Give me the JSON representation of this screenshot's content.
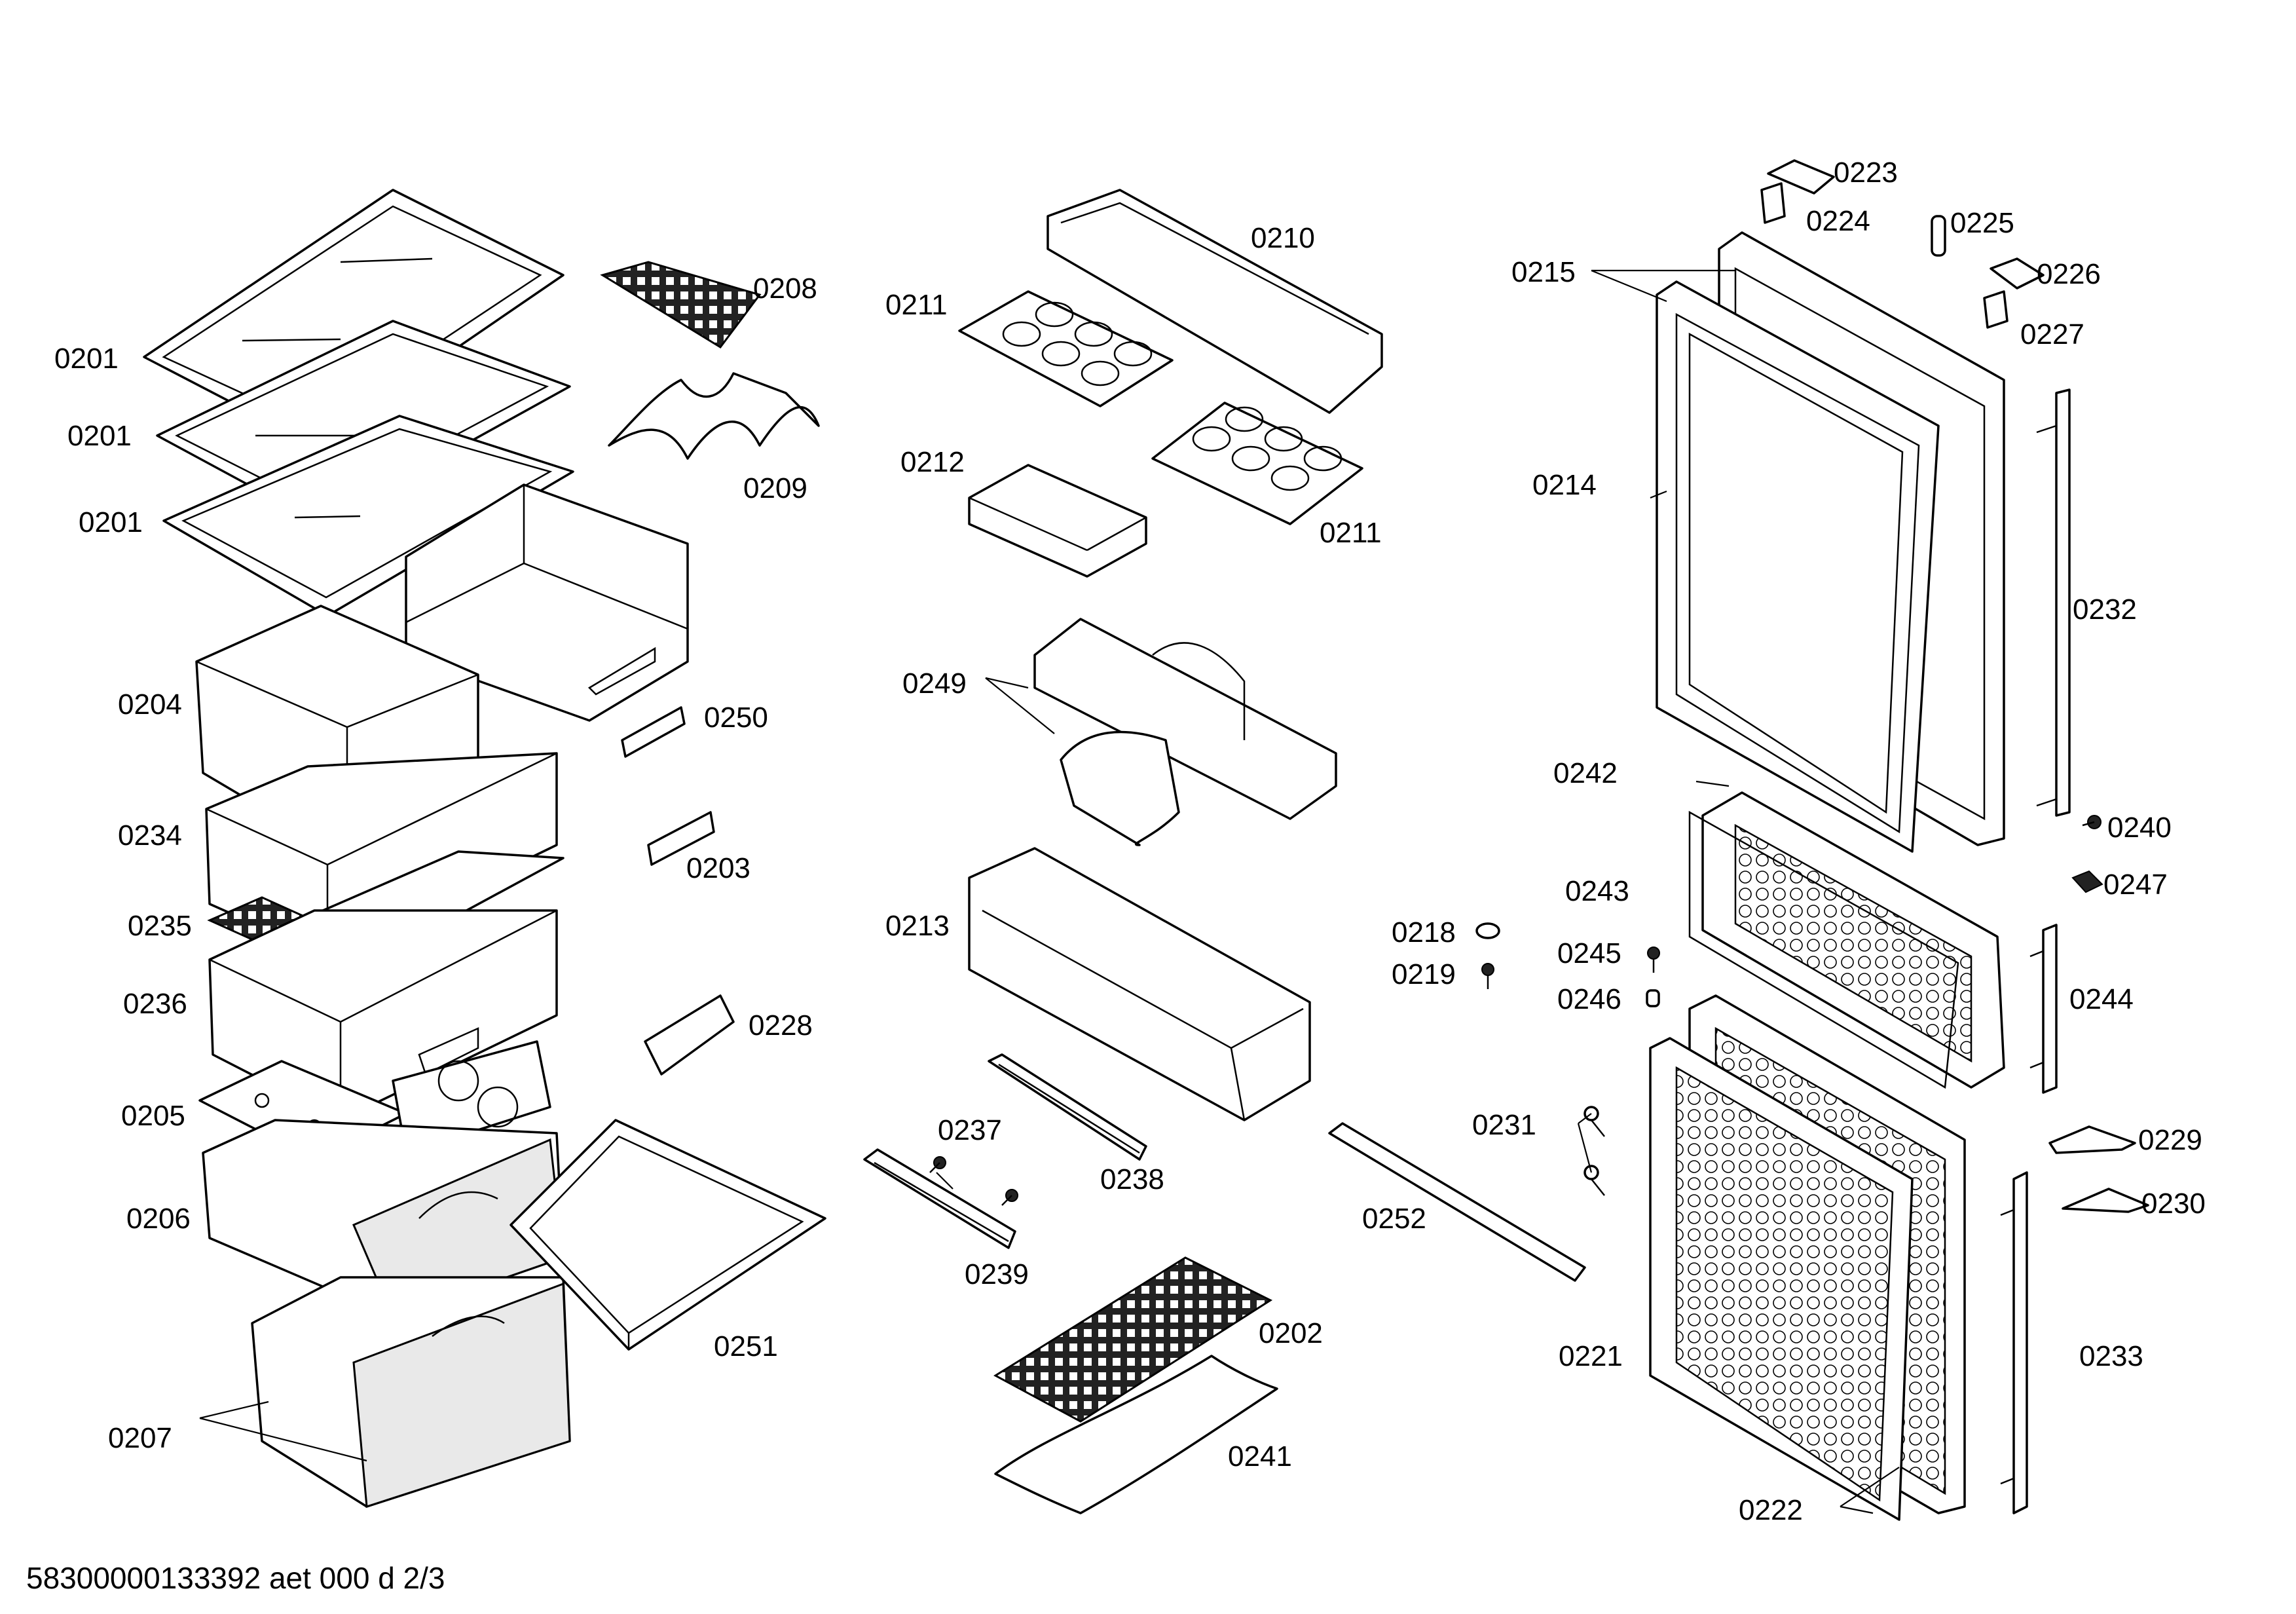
{
  "labels": {
    "p0201a": "0201",
    "p0201b": "0201",
    "p0201c": "0201",
    "p0204": "0204",
    "p0234": "0234",
    "p0235": "0235",
    "p0236": "0236",
    "p0205": "0205",
    "p0206": "0206",
    "p0207": "0207",
    "p0208": "0208",
    "p0209": "0209",
    "p0250": "0250",
    "p0203": "0203",
    "p0228": "0228",
    "p0251": "0251",
    "p0211a": "0211",
    "p0210": "0210",
    "p0212": "0212",
    "p0211b": "0211",
    "p0249": "0249",
    "p0213": "0213",
    "p0237": "0237",
    "p0238": "0238",
    "p0239": "0239",
    "p0202": "0202",
    "p0241": "0241",
    "p0218": "0218",
    "p0219": "0219",
    "p0245": "0245",
    "p0246": "0246",
    "p0231": "0231",
    "p0252": "0252",
    "p0223": "0223",
    "p0224": "0224",
    "p0225": "0225",
    "p0226": "0226",
    "p0227": "0227",
    "p0215": "0215",
    "p0214": "0214",
    "p0232": "0232",
    "p0242": "0242",
    "p0240": "0240",
    "p0243": "0243",
    "p0247": "0247",
    "p0244": "0244",
    "p0229": "0229",
    "p0230": "0230",
    "p0221": "0221",
    "p0233": "0233",
    "p0222": "0222"
  },
  "footer": "58300000133392 aet 000 d 2/3"
}
